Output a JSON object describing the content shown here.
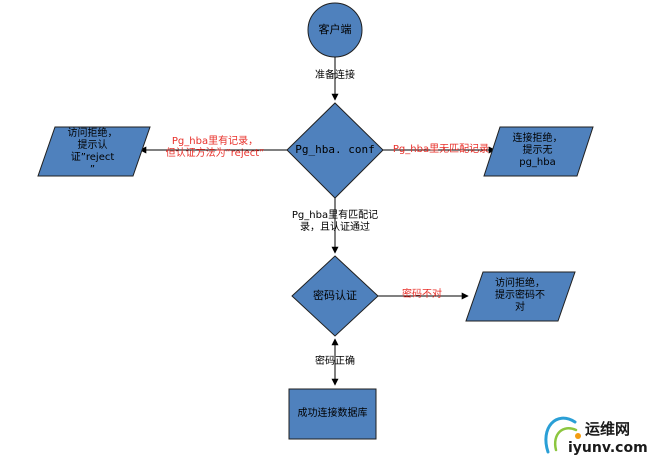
{
  "nodes": {
    "client": "客户端",
    "pg_hba_conf": "Pg_hba. conf",
    "reject_left": "访问拒绝，\n提示认\n证”reject\n”",
    "reject_right": "连接拒绝，\n提示无\npg_hba",
    "password_auth": "密码认证",
    "password_wrong_box": "访问拒绝，\n提示密码不\n对",
    "success": "成功连接数据库"
  },
  "edges": {
    "prepare_connect": "准备连接",
    "has_record_reject": "Pg_hba里有记录，\n但认证方法为”reject”",
    "no_match": "Pg_hba里无匹配记录",
    "match_pass": "Pg_hba里有匹配记\n录，且认证通过",
    "password_wrong": "密码不对",
    "password_right": "密码正确"
  },
  "watermark": {
    "name": "运维网",
    "url": "iyunv.com"
  },
  "colors": {
    "shape_fill": "#4f81bd",
    "shape_stroke": "#1f1f1f",
    "edge_color": "#000000",
    "label_red": "#e8302a"
  }
}
